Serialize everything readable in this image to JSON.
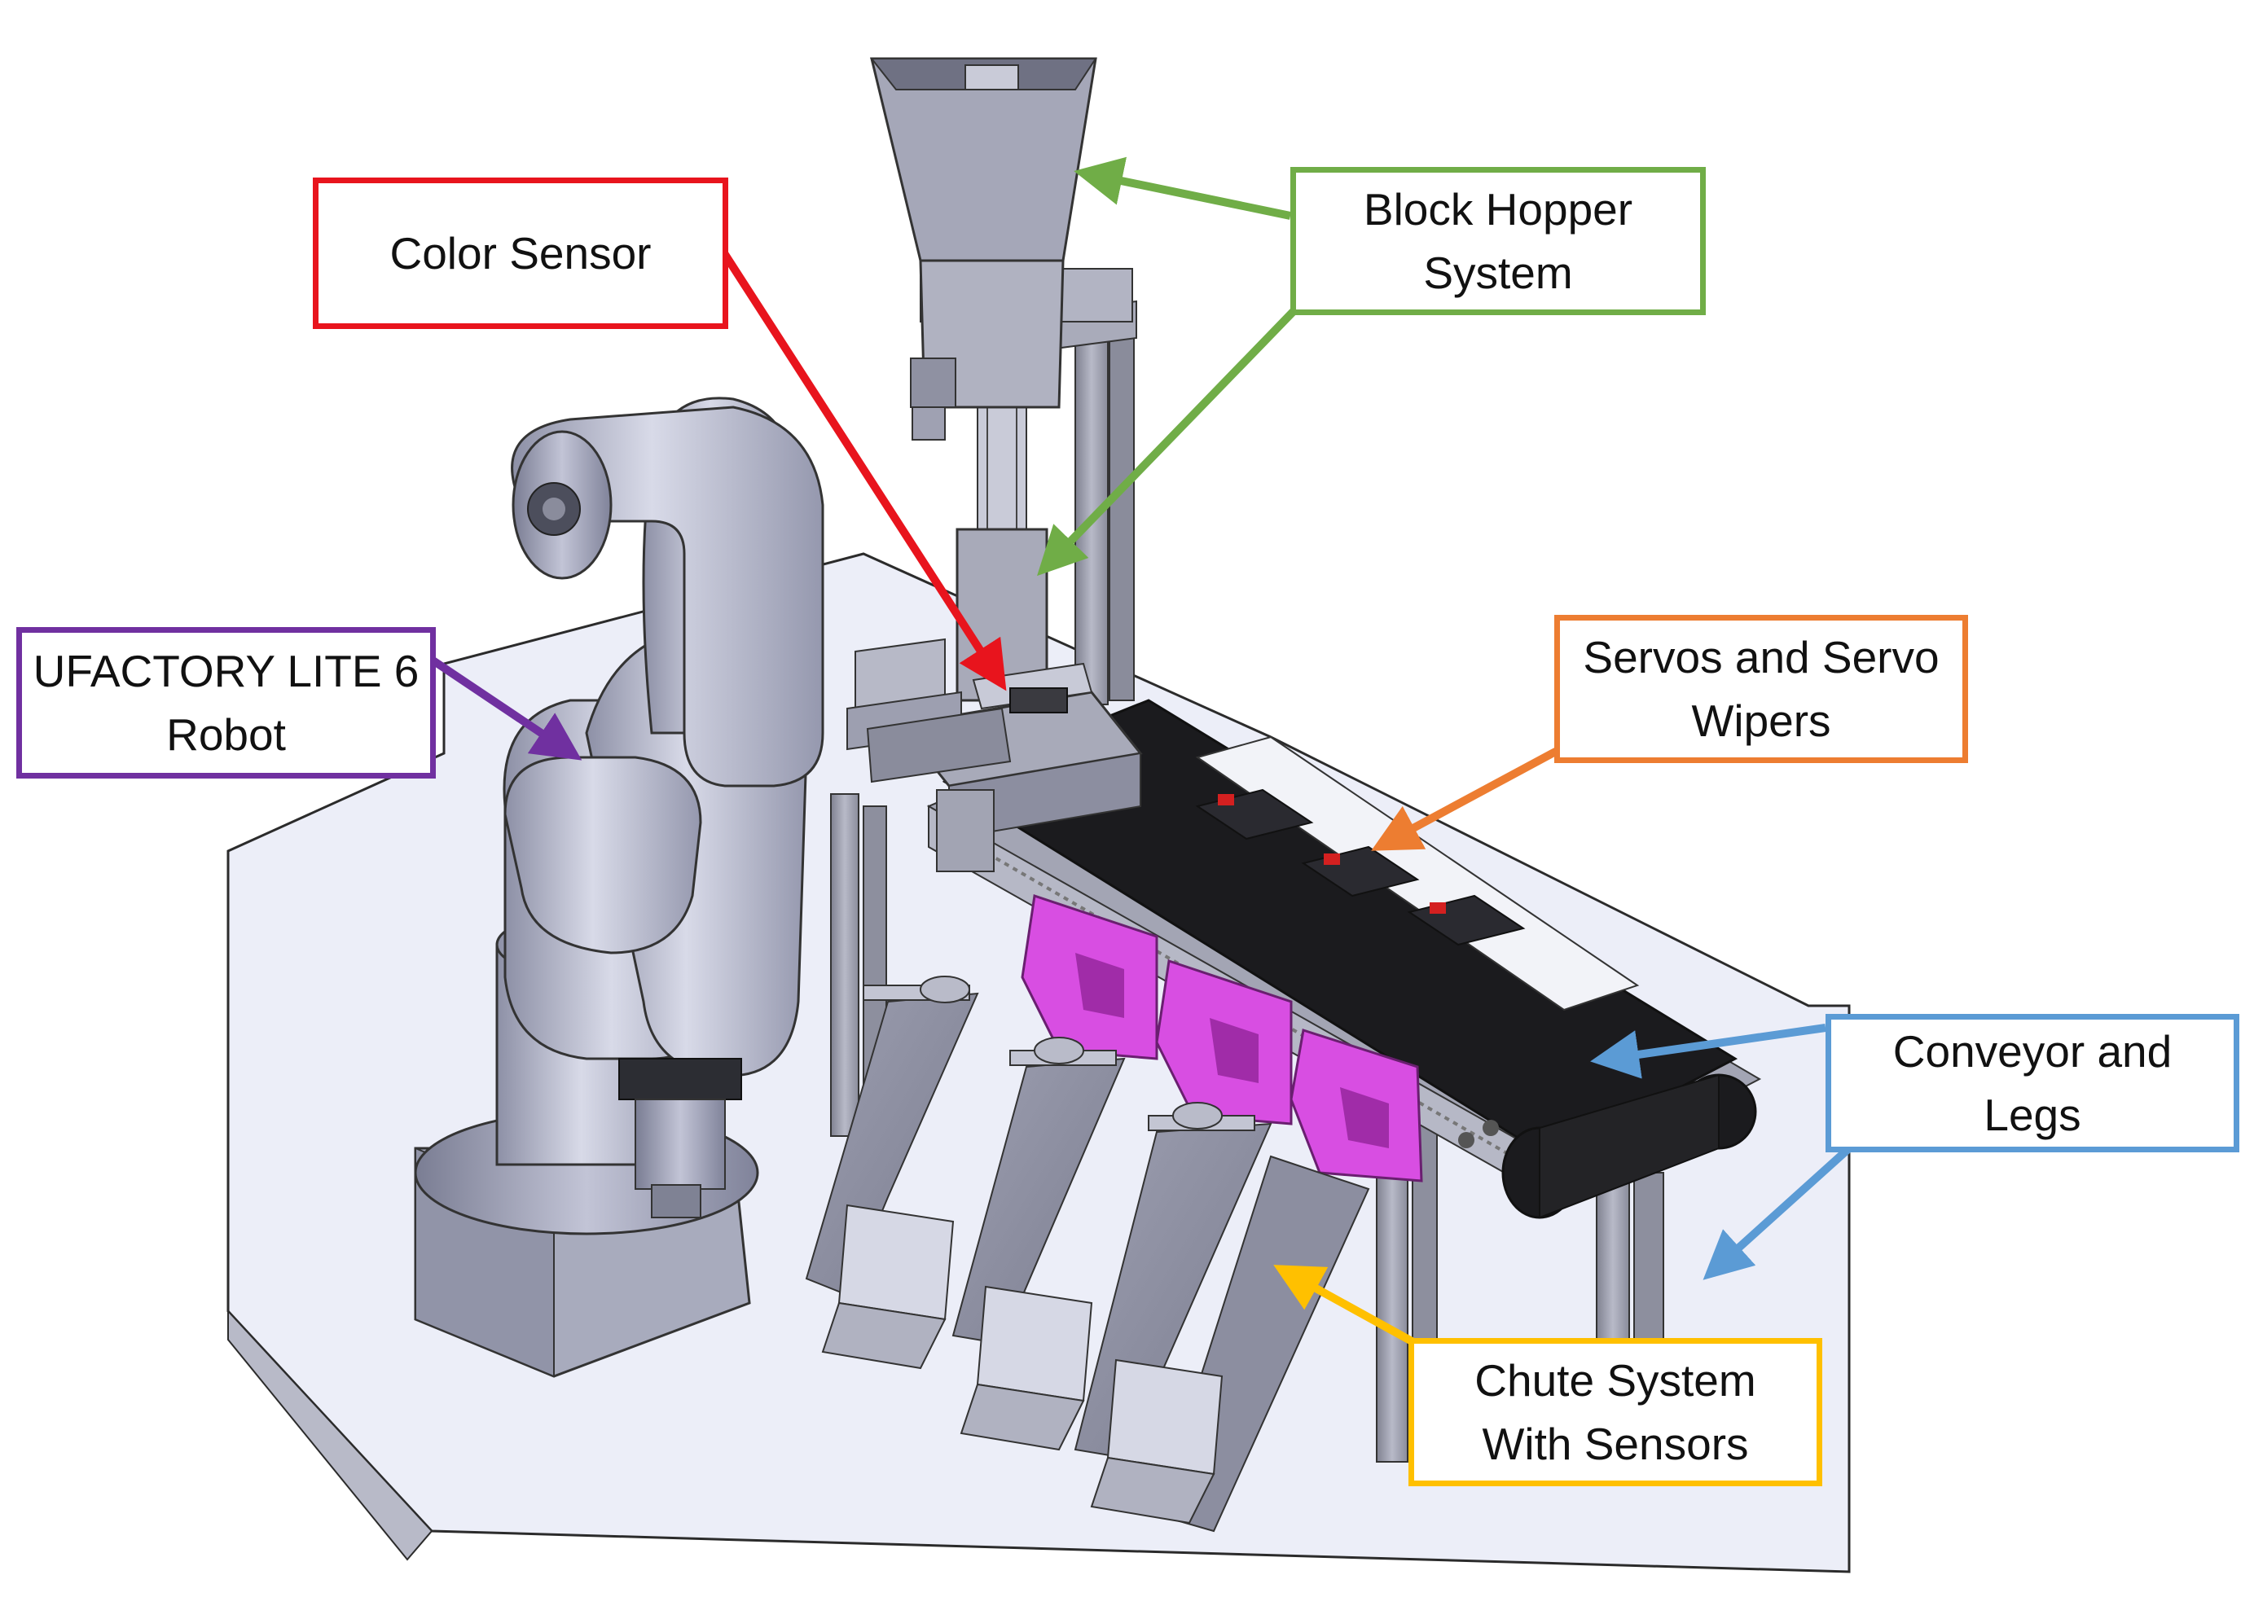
{
  "colors": {
    "background": "#ffffff",
    "floor": "#eceef8",
    "frame": "#9a9ca8",
    "robot": "#b5b8cc",
    "belt": "#1b1b1e",
    "chute_brackets": "#d84ee2",
    "color_sensor": "#e8141d",
    "block_hopper": "#70ad47",
    "robot_label": "#7030a0",
    "servos": "#ed7d31",
    "conveyor": "#5b9bd5",
    "chute_system": "#ffc000"
  },
  "labels": {
    "color_sensor": {
      "lines": [
        "Color Sensor"
      ]
    },
    "block_hopper": {
      "lines": [
        "Block Hopper",
        "System"
      ]
    },
    "robot": {
      "lines": [
        "UFACTORY LITE 6",
        "Robot"
      ]
    },
    "servos": {
      "lines": [
        "Servos and Servo",
        "Wipers"
      ]
    },
    "conveyor": {
      "lines": [
        "Conveyor and",
        "Legs"
      ]
    },
    "chute": {
      "lines": [
        "Chute System",
        "With Sensors"
      ]
    }
  }
}
